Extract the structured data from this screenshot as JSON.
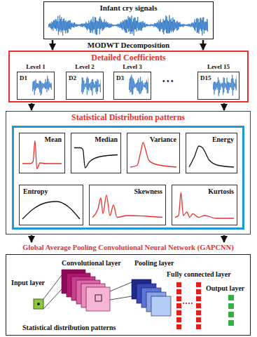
{
  "diagram": {
    "nodes": [
      {
        "text": [
          "Infant cry signals"
        ]
      },
      {
        "text": [
          "Detailed Coefficients"
        ]
      },
      {
        "text": [
          "Level 1",
          "D1"
        ],
        "in": 1
      },
      {
        "text": [
          "Level 2",
          "D2"
        ],
        "in": 1
      },
      {
        "text": [
          "Level 3",
          "D3"
        ],
        "in": 1
      },
      {
        "text": [
          "Level 15",
          "D15"
        ],
        "in": 1
      },
      {
        "text": [
          "Statistical Distribution patterns"
        ]
      },
      {
        "text": [
          "Mean"
        ],
        "in": 6
      },
      {
        "text": [
          "Median"
        ],
        "in": 6
      },
      {
        "text": [
          "Variance"
        ],
        "in": 6
      },
      {
        "text": [
          "Energy"
        ],
        "in": 6
      },
      {
        "text": [
          "Entropy"
        ],
        "in": 6
      },
      {
        "text": [
          "Skewness"
        ],
        "in": 6
      },
      {
        "text": [
          "Kurtosis"
        ],
        "in": 6
      },
      {
        "text": [
          "Global Average Pooling Convolutional Neural Network (GAPCNN)"
        ]
      }
    ],
    "edges": [
      {
        "from": 0,
        "to": 1,
        "arrow": "to"
      },
      {
        "from": 0,
        "to": 1,
        "arrow": "to"
      },
      {
        "from": 1,
        "to": 6,
        "arrow": "to"
      },
      {
        "from": 1,
        "to": 6,
        "arrow": "to"
      },
      {
        "from": 6,
        "to": 14,
        "arrow": "to"
      },
      {
        "from": 6,
        "to": 14,
        "arrow": "to"
      }
    ],
    "labels": [
      "MODWT Decomposition",
      "• • •",
      "Convolutional layer",
      "Pooling layer",
      "Fully connected layer",
      "Input layer",
      "Output layer",
      "Statistical distribution patterns"
    ]
  }
}
